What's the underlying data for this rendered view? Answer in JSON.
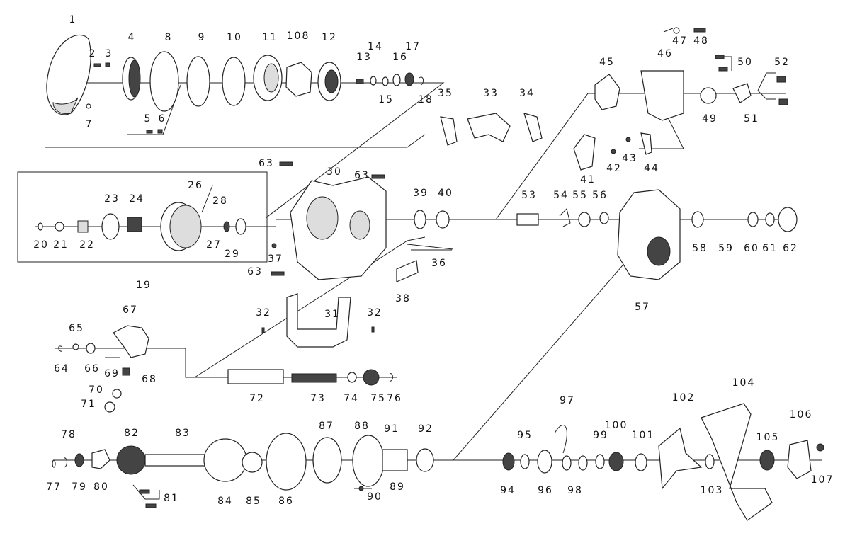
{
  "diagram": {
    "part_labels": [
      "1",
      "2",
      "3",
      "4",
      "5",
      "6",
      "7",
      "8",
      "9",
      "10",
      "11",
      "108",
      "12",
      "13",
      "14",
      "15",
      "16",
      "17",
      "18",
      "19",
      "20",
      "21",
      "22",
      "23",
      "24",
      "26",
      "27",
      "28",
      "29",
      "30",
      "31",
      "32",
      "32",
      "33",
      "34",
      "35",
      "36",
      "37",
      "38",
      "39",
      "40",
      "41",
      "42",
      "43",
      "44",
      "45",
      "46",
      "47",
      "48",
      "49",
      "50",
      "51",
      "52",
      "53",
      "54",
      "55",
      "56",
      "57",
      "58",
      "59",
      "60",
      "61",
      "62",
      "63",
      "63",
      "63",
      "64",
      "65",
      "66",
      "67",
      "68",
      "69",
      "70",
      "71",
      "72",
      "73",
      "74",
      "75",
      "76",
      "77",
      "78",
      "79",
      "80",
      "81",
      "82",
      "83",
      "84",
      "85",
      "86",
      "87",
      "88",
      "89",
      "90",
      "91",
      "92",
      "94",
      "95",
      "96",
      "97",
      "98",
      "99",
      "100",
      "101",
      "102",
      "103",
      "104",
      "105",
      "106",
      "107"
    ]
  }
}
